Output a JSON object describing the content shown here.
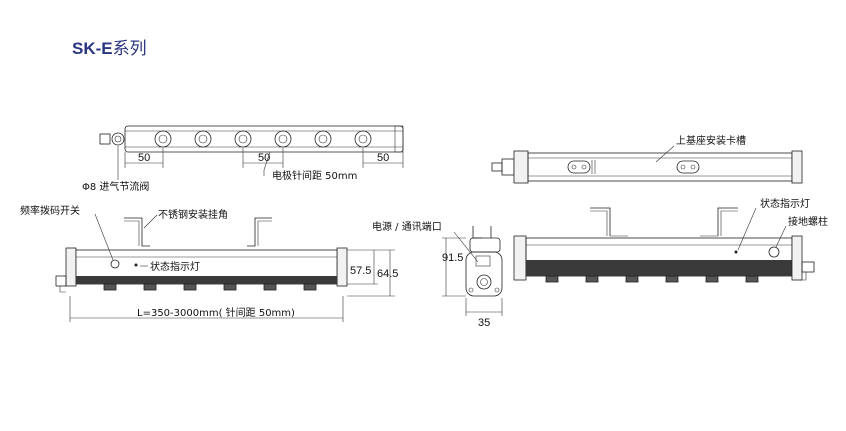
{
  "title": {
    "series": "SK-E",
    "suffix": "系列"
  },
  "labels": {
    "spacing_50": "50",
    "valve": "Φ8 进气节流阀",
    "needle_pitch": "电极针间距 50mm",
    "freq_switch": "频率拨码开关",
    "bracket": "不锈钢安装挂角",
    "status_light": "状态指示灯",
    "dim_575": "57.5",
    "dim_645": "64.5",
    "length": "L=350-3000mm( 针间距 50mm)",
    "power_port": "电源 / 通讯端口",
    "dim_915": "91.5",
    "dim_35": "35",
    "top_slot": "上基座安装卡槽",
    "status_light_2": "状态指示灯",
    "ground_post": "接地螺柱"
  },
  "colors": {
    "title": "#2a3580",
    "line": "#222222",
    "fill_dark": "#3a3a3a",
    "fill_light": "#f2f2f2"
  }
}
